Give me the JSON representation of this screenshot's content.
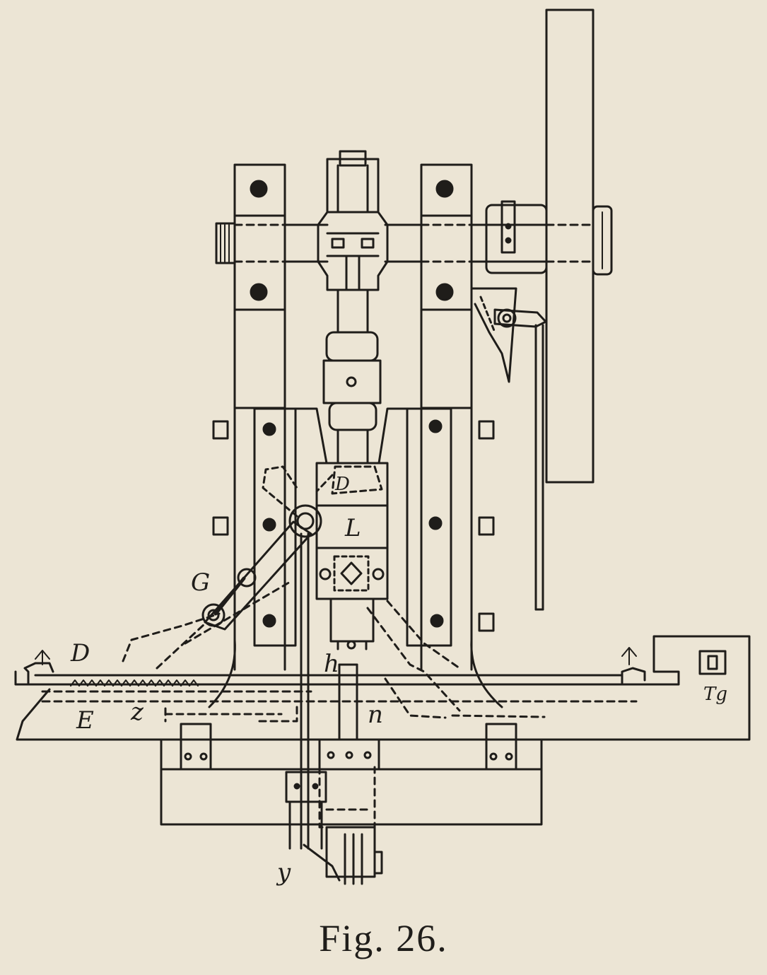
{
  "caption": "Fig. 26.",
  "labels": {
    "G": "G",
    "D": "D",
    "L": "L",
    "E": "E",
    "z": "z",
    "h": "h",
    "n": "n",
    "Tg": "Tg",
    "y": "y",
    "Dl": "D"
  },
  "colors": {
    "paper": "#ece5d5",
    "ink": "#1f1d1a"
  }
}
